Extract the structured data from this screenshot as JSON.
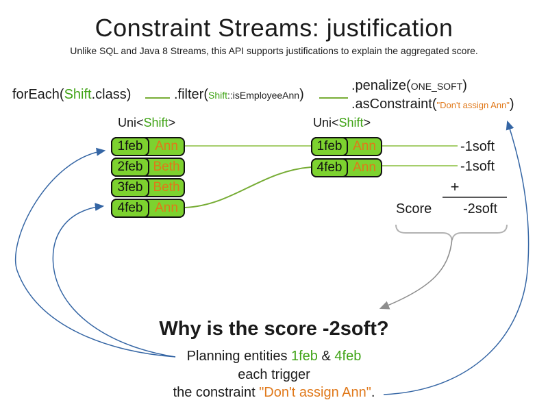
{
  "slide": {
    "title": "Constraint Streams: justification",
    "subtitle": "Unlike SQL and Java 8 Streams, this API supports justifications to explain the aggregated score."
  },
  "code": {
    "foreach_prefix": "forEach(",
    "foreach_class": "Shift",
    "foreach_suffix": ".class)",
    "filter_prefix": ".filter(",
    "filter_class": "Shift",
    "filter_method": "::isEmployeeAnn",
    "filter_suffix": ")",
    "penalize_prefix": ".penalize(",
    "penalize_arg": "ONE_SOFT",
    "penalize_suffix": ")",
    "asconstraint_prefix": ".asConstraint(",
    "asconstraint_arg": "\"Don't assign Ann\"",
    "asconstraint_suffix": ")"
  },
  "streams": {
    "left_label_pre": "Uni<",
    "left_label_type": "Shift",
    "left_label_post": ">",
    "right_label_pre": "Uni<",
    "right_label_type": "Shift",
    "right_label_post": ">",
    "left_rows": [
      {
        "date": "1feb",
        "employee": "Ann"
      },
      {
        "date": "2feb",
        "employee": "Beth"
      },
      {
        "date": "3feb",
        "employee": "Beth"
      },
      {
        "date": "4feb",
        "employee": "Ann"
      }
    ],
    "right_rows": [
      {
        "date": "1feb",
        "employee": "Ann"
      },
      {
        "date": "4feb",
        "employee": "Ann"
      }
    ]
  },
  "score_panel": {
    "weights": [
      "-1soft",
      "-1soft"
    ],
    "plus": "+",
    "score_label": "Score",
    "score_value": "-2soft"
  },
  "explanation": {
    "heading": "Why is the score -2soft?",
    "line1_prefix": "Planning entities ",
    "entity1": "1feb",
    "joiner": " & ",
    "entity2": "4feb",
    "line2": "each trigger",
    "line3_prefix": "the constraint ",
    "constraint": "\"Don't assign Ann\"",
    "line3_suffix": "."
  },
  "colors": {
    "green_text": "#3fa315",
    "orange_text": "#e07819",
    "box_green": "#7dd22f",
    "arrow_blue": "#3465a4",
    "line_green_light": "#a6ce6c",
    "line_green": "#76ac34",
    "gray_arrow": "#8e8e8e",
    "brace_gray": "#b2b2b2"
  }
}
